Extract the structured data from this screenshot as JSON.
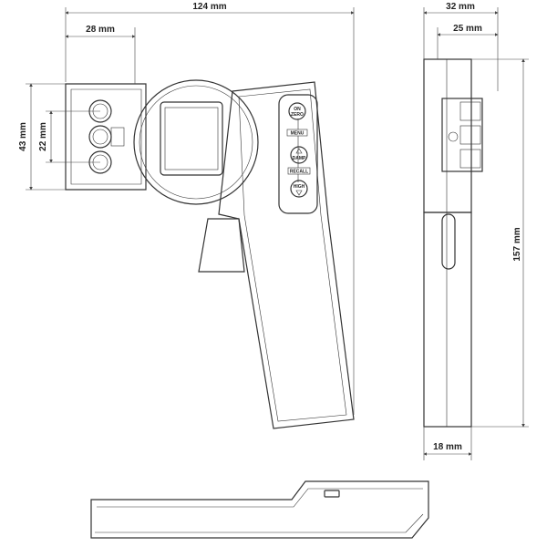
{
  "dimensions": {
    "total_width": "124 mm",
    "top_offset": "28 mm",
    "head_height": "43 mm",
    "sensor_pitch": "22 mm",
    "depth": "32 mm",
    "depth_inner": "25 mm",
    "height": "157 mm",
    "handle_depth": "18 mm"
  },
  "buttons": {
    "on_zero_1": "ON",
    "on_zero_2": "ZERO",
    "menu": "MENU",
    "damp": "DAMP",
    "recall": "RECALL",
    "high": "HIGH"
  }
}
